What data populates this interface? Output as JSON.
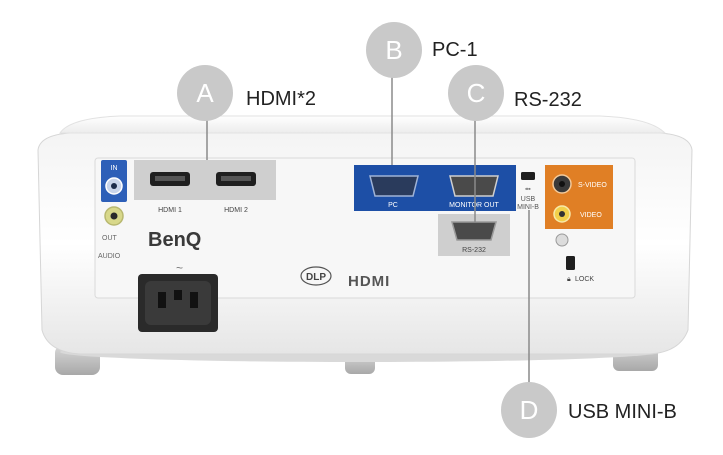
{
  "callouts": {
    "a": {
      "letter": "A",
      "label": "HDMI*2"
    },
    "b": {
      "letter": "B",
      "label": "PC-1"
    },
    "c": {
      "letter": "C",
      "label": "RS-232"
    },
    "d": {
      "letter": "D",
      "label": "USB MINI-B"
    }
  },
  "panel": {
    "brand": "BenQ",
    "in_label": "IN",
    "out_label": "OUT",
    "audio_label": "AUDIO",
    "hdmi1_label": "HDMI 1",
    "hdmi2_label": "HDMI 2",
    "pc_label": "PC",
    "monitor_out_label": "MONITOR OUT",
    "rs232_label": "RS-232",
    "usb_label_1": "USB",
    "usb_label_2": "MINI-B",
    "svideo_label": "S-VIDEO",
    "video_label": "VIDEO",
    "lock_label": "LOCK",
    "dlp_label": "DLP",
    "hdmi_logo": "HDMI",
    "power_symbol": "~"
  },
  "colors": {
    "callout_circle": "#c9c9c9",
    "pc_panel_blue": "#1d4fa6",
    "audio_in_blue": "#2d5fb8",
    "video_panel_orange": "#e07f25",
    "hdmi_panel_grey": "#cfcfcf",
    "leader_line": "#8a8a8a"
  },
  "icons": [
    "usb-icon",
    "lock-icon",
    "power-socket-icon"
  ]
}
